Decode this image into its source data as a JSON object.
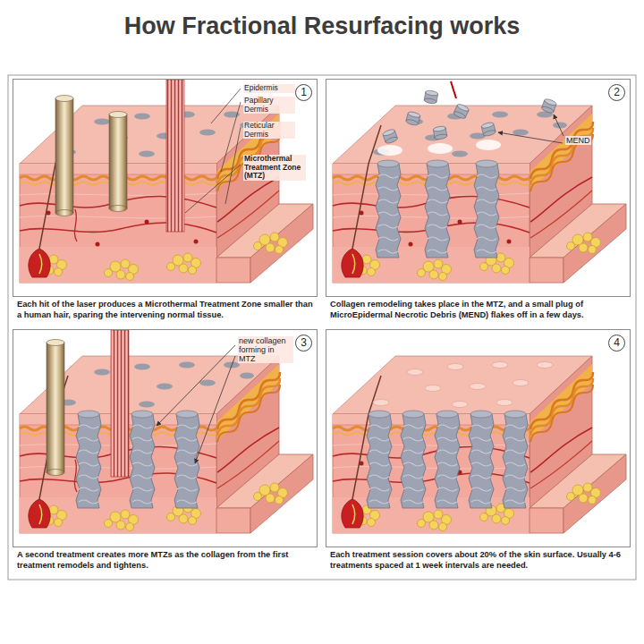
{
  "diagram": {
    "title": "How Fractional Resurfacing works",
    "nodes": [
      {
        "text": [
          "1",
          "Each hit of the laser produces a Microthermal Treatment Zone smaller than a human hair, sparing the intervening normal tissue."
        ]
      },
      {
        "text": [
          "2",
          "Collagen remodeling takes place in the MTZ, and a small plug of MicroEpidermal Necrotic Debris (MEND) flakes off in a few days."
        ]
      },
      {
        "text": [
          "3",
          "A second treatment creates more MTZs as the collagen from the first treatment remodels and tightens."
        ]
      },
      {
        "text": [
          "4",
          "Each treatment session covers about 20% of the skin surface. Usually 4-6 treatments spaced at 1 week intervals are needed."
        ]
      }
    ],
    "labels": [
      "Epidermis",
      "Papillary Dermis",
      "Reticular Dermis",
      "Microthermal Treatment Zone (MTZ)",
      "MEND",
      "new collagen forming in MTZ"
    ]
  }
}
